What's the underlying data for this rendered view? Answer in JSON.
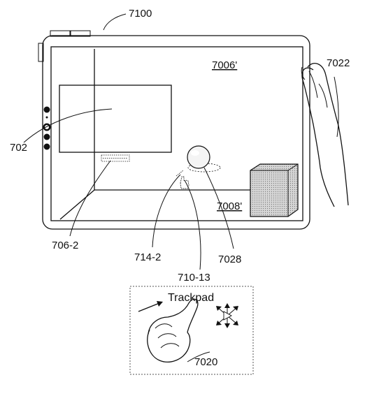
{
  "labels": {
    "device": "7100",
    "hand_right": "7022",
    "wall_region": "7006'",
    "floor_region": "7008'",
    "window": "702",
    "window_handle": "706-2",
    "cursor": "714-2",
    "sphere": "7028",
    "ray": "710-13",
    "trackpad_hand": "7020"
  },
  "trackpad": {
    "title": "Trackpad"
  }
}
